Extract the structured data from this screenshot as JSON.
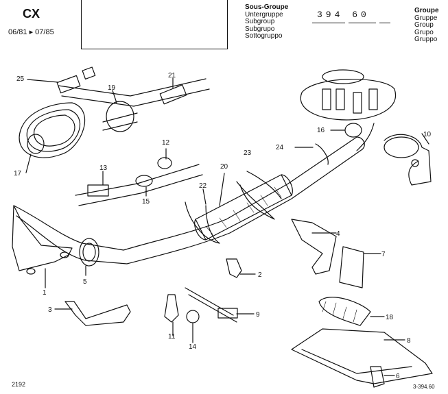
{
  "header": {
    "model": "CX",
    "dates": "06/81 ▸ 07/85",
    "subgroup_labels": [
      "Sous-Groupe",
      "Untergruppe",
      "Subgroup",
      "Subgrupo",
      "Sottogruppo"
    ],
    "code": "394 60",
    "group_labels": [
      "Groupe",
      "Gruppe",
      "Group",
      "Grupo",
      "Gruppo"
    ]
  },
  "callouts": [
    "25",
    "21",
    "19",
    "12",
    "13",
    "15",
    "17",
    "16",
    "10",
    "24",
    "23",
    "20",
    "22",
    "4",
    "7",
    "1",
    "5",
    "2",
    "3",
    "9",
    "11",
    "14",
    "18",
    "8",
    "6"
  ],
  "footer": {
    "left": "2192",
    "right": "3-394.60"
  }
}
